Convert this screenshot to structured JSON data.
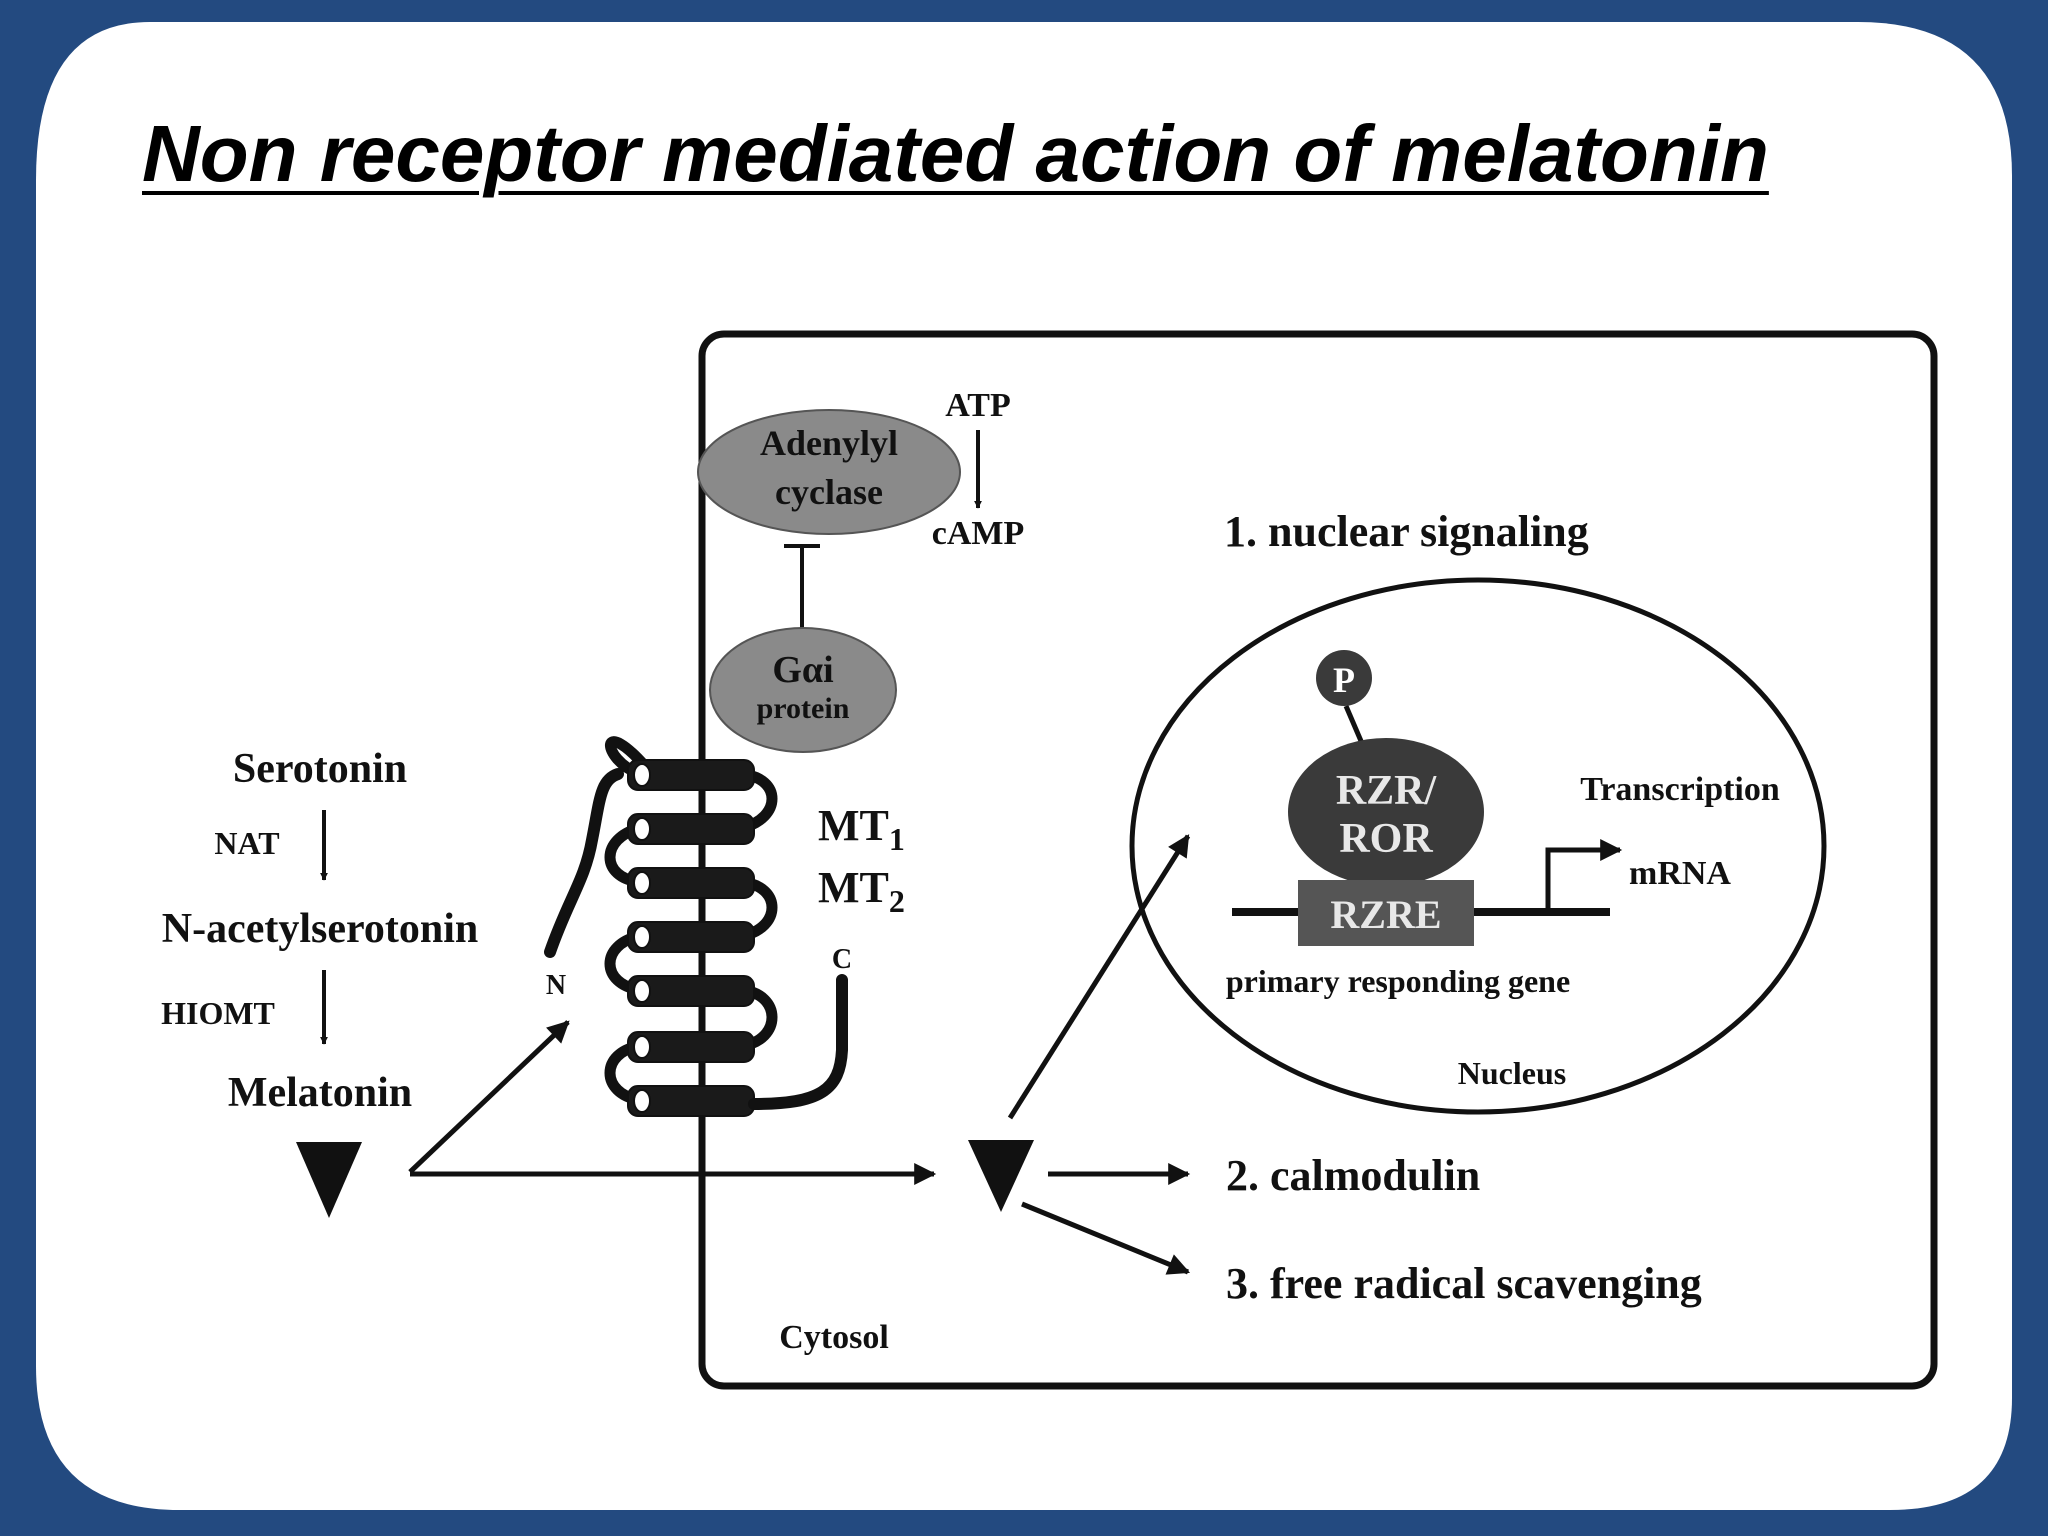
{
  "slide": {
    "title": "Non receptor mediated action of melatonin",
    "colors": {
      "frame": "#234a80",
      "card": "#ffffff",
      "ellipse_fill": "#8a8a8a",
      "dark_fill": "#3a3a3a",
      "box_fill": "#555555",
      "line": "#111111"
    }
  },
  "diagram": {
    "synthesis": {
      "serotonin": "Serotonin",
      "nat": "NAT",
      "n_acetylserotonin": "N-acetylserotonin",
      "hiomt": "HIOMT",
      "melatonin": "Melatonin"
    },
    "receptor": {
      "mt1_base": "MT",
      "mt1_sub": "1",
      "mt2_base": "MT",
      "mt2_sub": "2",
      "n_terminus": "N",
      "c_terminus": "C"
    },
    "g_protein": {
      "line1": "Gαi",
      "line2": "protein"
    },
    "adenylyl_cyclase": {
      "line1": "Adenylyl",
      "line2": "cyclase"
    },
    "atp": "ATP",
    "camp": "cAMP",
    "nuclear_signaling": "1. nuclear signaling",
    "phosphate": "P",
    "rzr_ror": {
      "line1": "RZR/",
      "line2": "ROR"
    },
    "rzre": "RZRE",
    "transcription": "Transcription",
    "mrna": "mRNA",
    "primary_gene": "primary responding gene",
    "nucleus": "Nucleus",
    "calmodulin": "2. calmodulin",
    "free_radical": "3. free radical scavenging",
    "cytosol": "Cytosol"
  }
}
